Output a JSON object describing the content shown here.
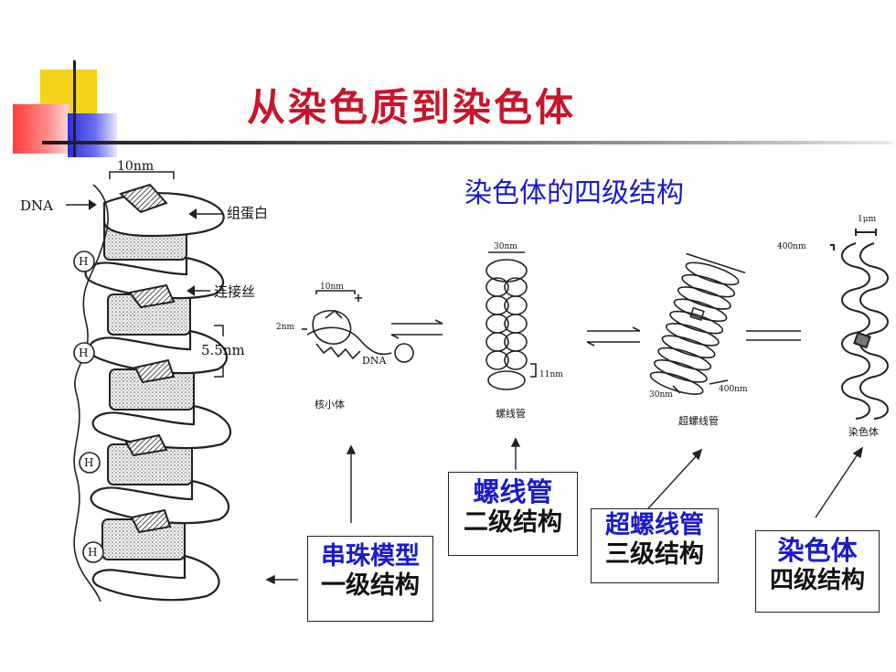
{
  "title": "从染色质到染色体",
  "subtitle": "染色体的四级结构",
  "colors": {
    "title": "#c8152a",
    "subtitle": "#1a1acc",
    "box_label": "#1a1acc"
  },
  "figure_labels": {
    "ten_nm": "10nm",
    "dna": "DNA",
    "histone": "组蛋白",
    "linker": "连接丝",
    "five_five_nm": "5.5nm",
    "h1": "H",
    "nucleosome": "核小体",
    "two_nm": "2nm",
    "ten_nm_small": "10nm",
    "dna_small": "DNA",
    "thirty_nm": "30nm",
    "eleven_nm": "11nm",
    "solenoid": "螺线管",
    "supersolenoid": "超螺线管",
    "thirty_nm_b": "30nm",
    "four_hundred_nm": "400nm",
    "one_um": "1μm",
    "four_hundred_nm_b": "400nm",
    "chromosome_small": "染色体"
  },
  "boxes": {
    "level1": {
      "name": "串珠模型",
      "level": "一级结构"
    },
    "level2": {
      "name": "螺线管",
      "level": "二级结构"
    },
    "level3": {
      "name": "超螺线管",
      "level": "三级结构"
    },
    "level4": {
      "name": "染色体",
      "level": "四级结构"
    }
  }
}
